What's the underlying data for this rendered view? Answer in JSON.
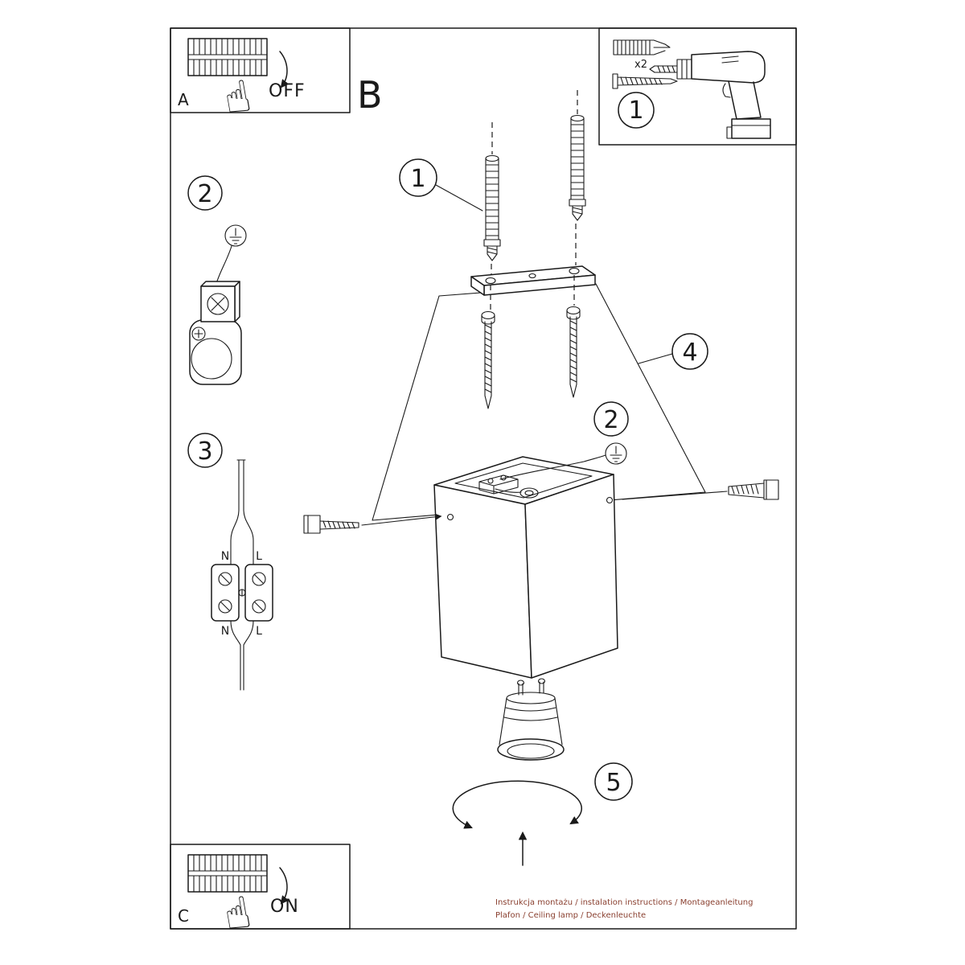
{
  "labels": {
    "panel_a": "A",
    "section_b": "B",
    "panel_c": "C",
    "off": "OFF",
    "on": "ON",
    "x2": "x2"
  },
  "steps": {
    "s1_box": "1",
    "s1": "1",
    "s2_top": "2",
    "s2_cube": "2",
    "s3": "3",
    "s4": "4",
    "s5": "5"
  },
  "terminal": {
    "n_top": "N",
    "l_top": "L",
    "n_bottom": "N",
    "l_bottom": "L"
  },
  "footer": {
    "line1": "Instrukcja montażu / instalation instructions / Montageanleitung",
    "line2": "Plafon / Ceiling lamp / Deckenleuchte"
  },
  "icons": {
    "hand": "☝"
  },
  "colors": {
    "line": "#1a1a1a",
    "footer_text": "#8a4030",
    "background": "#ffffff"
  }
}
